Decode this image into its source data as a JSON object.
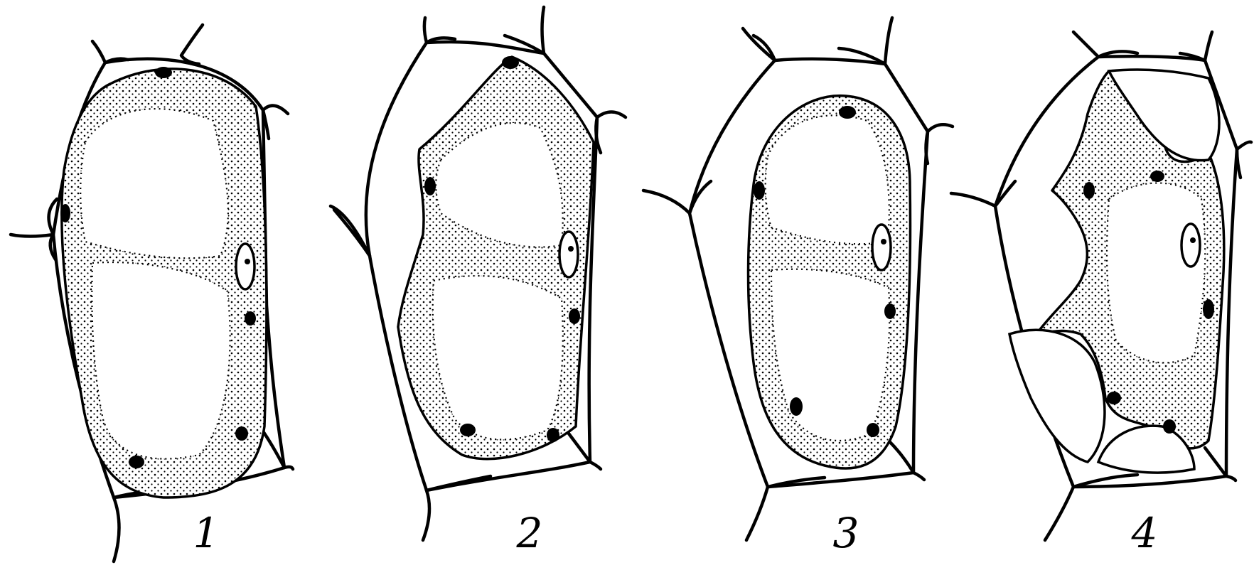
{
  "figure": {
    "panels": [
      {
        "id": "1",
        "label": "1"
      },
      {
        "id": "2",
        "label": "2"
      },
      {
        "id": "3",
        "label": "3"
      },
      {
        "id": "4",
        "label": "4"
      }
    ]
  },
  "colors": {
    "ink": "#000000",
    "paper": "#ffffff"
  }
}
